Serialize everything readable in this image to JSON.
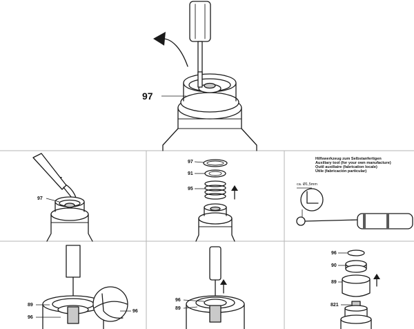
{
  "step1": {
    "label": "97"
  },
  "step2": {
    "label": "97"
  },
  "step3": {
    "labels": [
      "97",
      "91",
      "95"
    ]
  },
  "step4": {
    "lines": [
      "Hilfswerkzeug zum Selbstanfertigen",
      "Auxiliary tool (for your own manufacture)",
      "Outil auxiliaire (fabrication locale)",
      "Útile (fabricación particular)"
    ],
    "dimension": "ca. Ø1,5mm"
  },
  "step5": {
    "labels": [
      "89",
      "96",
      "96"
    ]
  },
  "step6": {
    "labels": [
      "96",
      "89"
    ]
  },
  "step7": {
    "labels": [
      "96",
      "90",
      "89",
      "821"
    ]
  }
}
